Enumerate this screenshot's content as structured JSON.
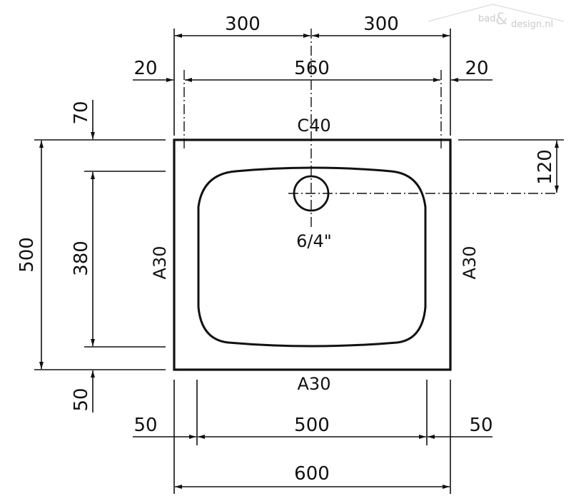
{
  "watermark": {
    "left": "bad",
    "amp": "&",
    "right": "design.nl"
  },
  "dimensions": {
    "top_left_half": "300",
    "top_right_half": "300",
    "inner_width": "560",
    "left_margin_top": "20",
    "right_margin_top": "20",
    "top_offset": "70",
    "total_depth": "500",
    "bowl_depth": "380",
    "bottom_offset": "50",
    "drain_offset": "120",
    "bottom_left_margin": "50",
    "bowl_width": "500",
    "bottom_right_margin": "50",
    "total_width": "600"
  },
  "labels": {
    "top_edge": "C40",
    "left_edge": "A30",
    "right_edge": "A30",
    "bottom_edge": "A30",
    "drain_size": "6/4\""
  }
}
